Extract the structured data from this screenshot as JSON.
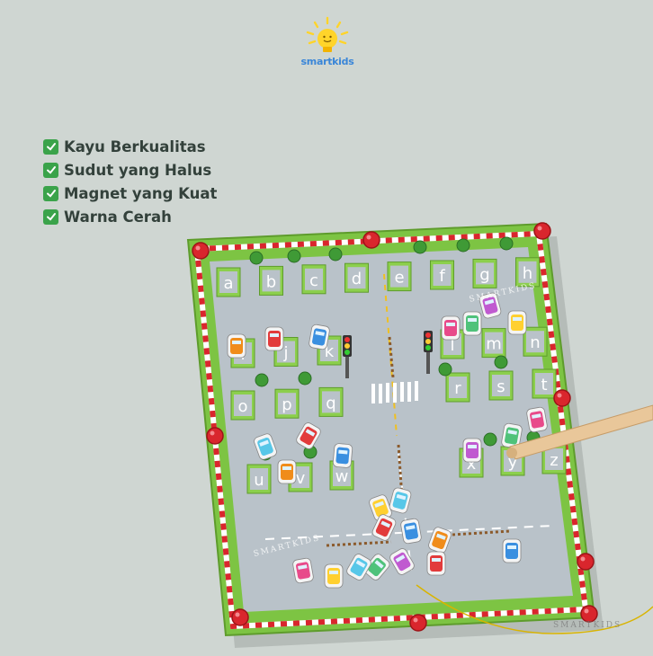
{
  "brand": {
    "logo_text": "smartkids",
    "watermark": "SMARTKIDS"
  },
  "features": [
    {
      "label": "Kayu Berkualitas"
    },
    {
      "label": "Sudut yang Halus"
    },
    {
      "label": "Magnet yang Kuat"
    },
    {
      "label": "Warna Cerah"
    }
  ],
  "board": {
    "row_top": [
      "a",
      "b",
      "c",
      "d",
      "e",
      "f",
      "g",
      "h"
    ],
    "row_upper_left": [
      "i",
      "j",
      "k"
    ],
    "row_upper_right": [
      "l",
      "m",
      "n"
    ],
    "row_mid_left": [
      "o",
      "p",
      "q"
    ],
    "row_mid_right": [
      "r",
      "s",
      "t"
    ],
    "row_lower_left": [
      "u",
      "v",
      "w"
    ],
    "row_lower_right": [
      "x",
      "y",
      "z"
    ]
  },
  "colors": {
    "background": "#cfd6d2",
    "board_green": "#7dc443",
    "road_gray": "#b9c2c9",
    "peg_red": "#d9262d",
    "logo_blue": "#3a86d8",
    "logo_yellow": "#ffd42a",
    "check_green": "#3aa34a"
  },
  "icons": [
    "lightbulb-logo-icon",
    "check-icon",
    "traffic-light-icon",
    "car-icon",
    "tree-icon",
    "magnetic-pen-icon"
  ]
}
